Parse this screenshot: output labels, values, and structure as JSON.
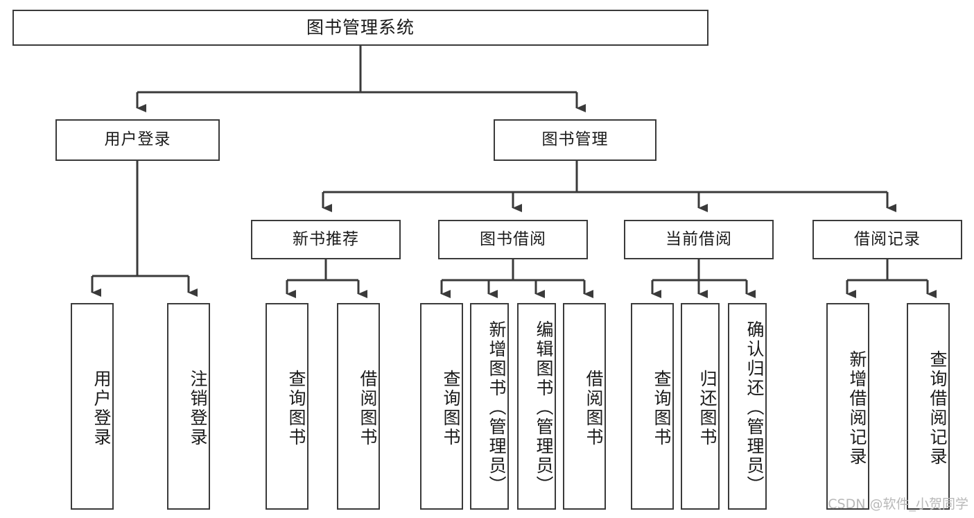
{
  "diagram": {
    "title": "图书管理系统",
    "watermark": "CSDN @软件_小贺同学",
    "line_color": "#3a3a3a",
    "text_color": "#1a1a1a",
    "background": "#ffffff",
    "levels": {
      "root": "图书管理系统",
      "level2": [
        "用户登录",
        "图书管理"
      ],
      "level3": [
        "新书推荐",
        "图书借阅",
        "当前借阅",
        "借阅记录"
      ]
    },
    "nodes": {
      "root": {
        "label": "图书管理系统"
      },
      "user_login": {
        "label": "用户登录"
      },
      "book_manage": {
        "label": "图书管理"
      },
      "new_book_rec": {
        "label": "新书推荐"
      },
      "book_borrow": {
        "label": "图书借阅"
      },
      "current_borrow": {
        "label": "当前借阅"
      },
      "borrow_record": {
        "label": "借阅记录"
      },
      "leaf_user_login": {
        "label": "用户登录"
      },
      "leaf_user_logout": {
        "label": "注销登录"
      },
      "leaf_query_book_a": {
        "label": "查询图书"
      },
      "leaf_borrow_book_a": {
        "label": "借阅图书"
      },
      "leaf_query_book_b": {
        "label": "查询图书"
      },
      "leaf_add_book": {
        "label": "新增图书（管理员）"
      },
      "leaf_edit_book": {
        "label": "编辑图书（管理员）"
      },
      "leaf_borrow_book_b": {
        "label": "借阅图书"
      },
      "leaf_query_book_c": {
        "label": "查询图书"
      },
      "leaf_return_book": {
        "label": "归还图书"
      },
      "leaf_confirm_return": {
        "label": "确认归还（管理员）"
      },
      "leaf_add_record": {
        "label": "新增借阅记录"
      },
      "leaf_query_record": {
        "label": "查询借阅记录"
      }
    }
  }
}
